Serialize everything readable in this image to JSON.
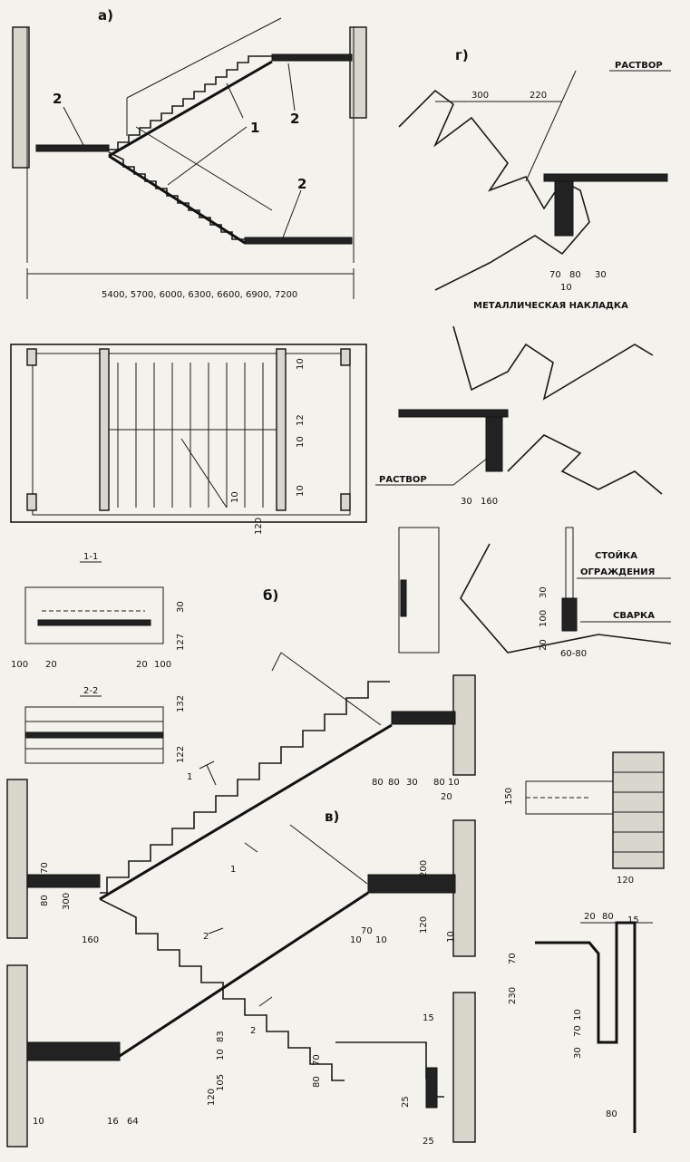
{
  "panels": {
    "a": "а)",
    "b": "б)",
    "v": "в)",
    "g": "г)"
  },
  "markers": {
    "m1": "1",
    "m2": "2"
  },
  "plan_span": "5400, 5700, 6000, 6300, 6600, 6900, 7200",
  "sections": {
    "s11": "1-1",
    "s22": "2-2"
  },
  "notes": {
    "mortar": "РАСТВОР",
    "metal_plate": "МЕТАЛЛИЧЕСКАЯ НАКЛАДКА",
    "post_1": "СТОЙКА",
    "post_2": "ОГРАЖДЕНИЯ",
    "welding": "СВАРКА"
  },
  "dims": {
    "d300": "300",
    "d220": "220",
    "d70": "70",
    "d80": "80",
    "d30": "30",
    "d10": "10",
    "d160": "160",
    "d100": "100",
    "d20": "20",
    "d6080": "60-80",
    "d12": "12",
    "d120": "120",
    "d127": "127",
    "d132": "132",
    "d122": "122",
    "d150": "150",
    "d200": "200",
    "d15": "15",
    "d230": "230",
    "d83": "83",
    "d105": "105",
    "d25": "25",
    "d16": "16",
    "d64": "64"
  }
}
